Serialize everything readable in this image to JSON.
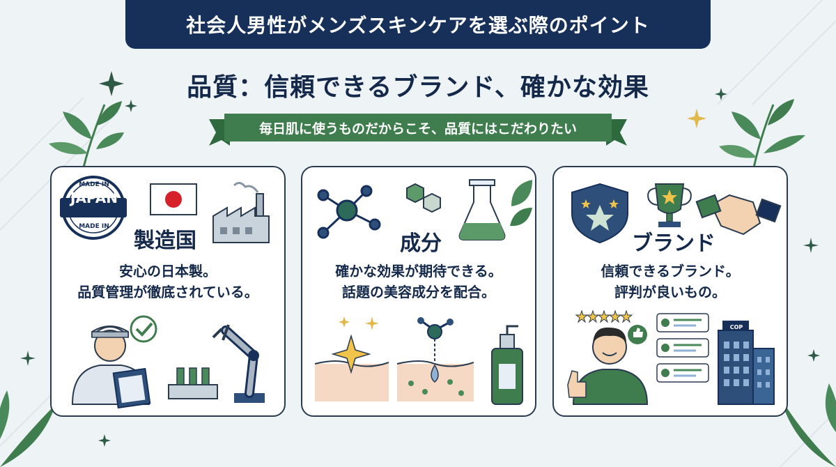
{
  "header": {
    "title": "社会人男性がメンズスキンケアを選ぶ際のポイント"
  },
  "subtitle": "品質：信頼できるブランド、確かな効果",
  "ribbon": "毎日肌に使うものだからこそ、品質にはこだわりたい",
  "cards": [
    {
      "title": "製造国",
      "lines": [
        "安心の日本製。",
        "品質管理が徹底されている。"
      ],
      "stamp_top": "MADE IN",
      "stamp_mid": "JAPAN",
      "stamp_bot": "MADE IN"
    },
    {
      "title": "成分",
      "lines": [
        "確かな効果が期待できる。",
        "話題の美容成分を配合。"
      ]
    },
    {
      "title": "ブランド",
      "lines": [
        "信頼できるブランド。",
        "評判が良いもの。"
      ],
      "building_sign": "COP"
    }
  ],
  "colors": {
    "navy": "#16305a",
    "green": "#3f7d4e",
    "leaf": "#4a8a5a",
    "red": "#d6202a"
  }
}
